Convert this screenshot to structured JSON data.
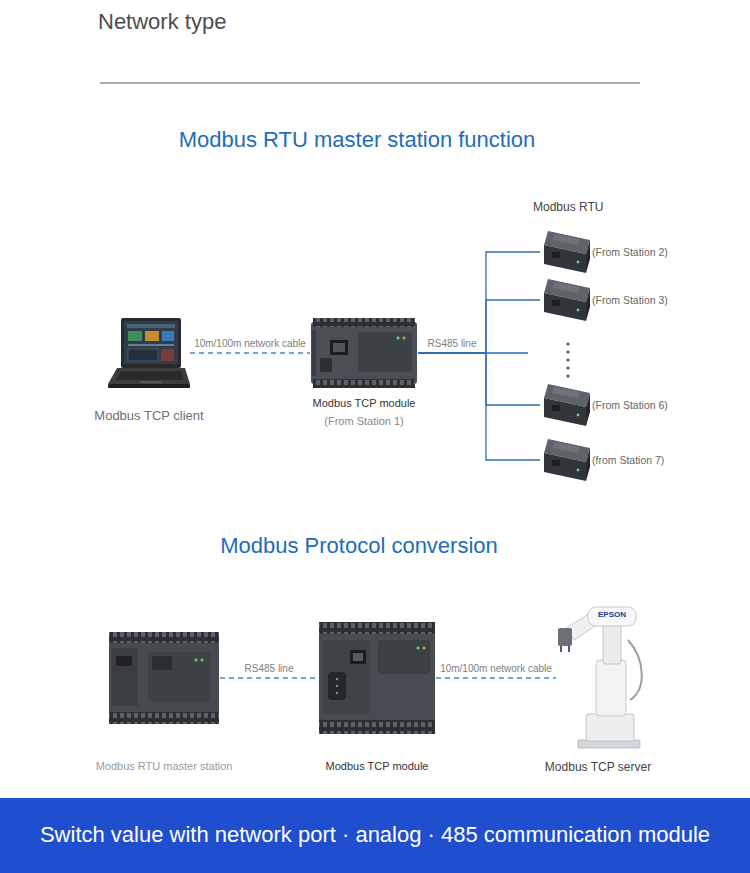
{
  "diagram": {
    "title": "Network type",
    "nodes": [
      {
        "text": [
          "Modbus TCP client"
        ]
      },
      {
        "text": [
          "Modbus TCP module",
          "(From Station 1)"
        ]
      },
      {
        "text": [
          "(From Station 2)"
        ]
      },
      {
        "text": [
          "(From Station 3)"
        ]
      },
      {
        "text": [
          "(From Station 6)"
        ]
      },
      {
        "text": [
          "(from Station 7)"
        ]
      },
      {
        "text": [
          "Modbus RTU master station"
        ]
      },
      {
        "text": [
          "Modbus TCP module"
        ]
      },
      {
        "text": [
          "Modbus TCP server"
        ]
      },
      {
        "text": [
          "Switch value with network port · analog · 485 communication module"
        ]
      }
    ],
    "edges": [
      {
        "from": 0,
        "to": 1,
        "label": "10m/100m network cable",
        "arrow": "none"
      },
      {
        "from": 1,
        "to": 2,
        "label": "RS485 line",
        "arrow": "none"
      },
      {
        "from": 1,
        "to": 3,
        "arrow": "none"
      },
      {
        "from": 1,
        "to": 4,
        "arrow": "none"
      },
      {
        "from": 1,
        "to": 5,
        "arrow": "none"
      },
      {
        "from": 6,
        "to": 7,
        "label": "RS485 line",
        "arrow": "none"
      },
      {
        "from": 7,
        "to": 8,
        "label": "10m/100m network cable",
        "arrow": "none"
      }
    ],
    "labels": [
      "Modbus RTU master station function",
      "Modbus RTU",
      "Modbus Protocol conversion",
      "EPSON"
    ]
  }
}
